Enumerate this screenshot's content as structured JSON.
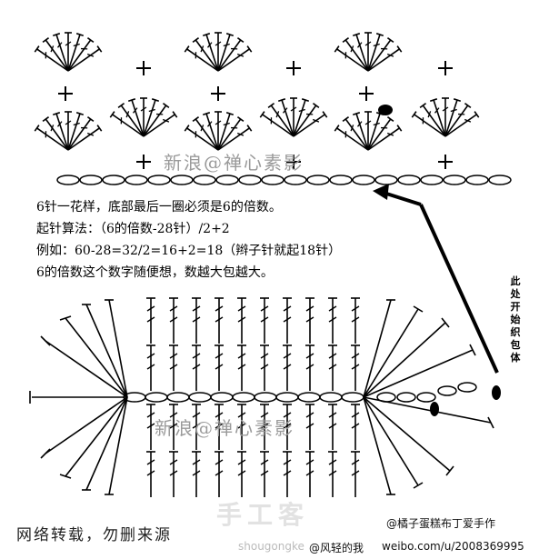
{
  "notes": [
    "6针一花样，底部最后一圈必须是6的倍数。",
    "起针算法：（6的倍数-28针）/2+2",
    "例如：60-28=32/2=16+2=18（辫子针就起18针）",
    "6的倍数这个数字随便想，数越大包越大。"
  ],
  "side_label": "此处开始织包体",
  "watermarks": {
    "top": "新浪@禅心素影",
    "bottom": "新浪@禅心素影",
    "big": "手工客"
  },
  "footer": {
    "warning": "网络转载，勿删来源",
    "handle": "@橘子蛋糕布丁爱手作",
    "handle2": "@风轻的我",
    "url": "weibo.com/u/2008369995",
    "site": "shougongke"
  },
  "colors": {
    "ink": "#000000",
    "watermark": "#9a9a9a",
    "background": "#ffffff"
  }
}
